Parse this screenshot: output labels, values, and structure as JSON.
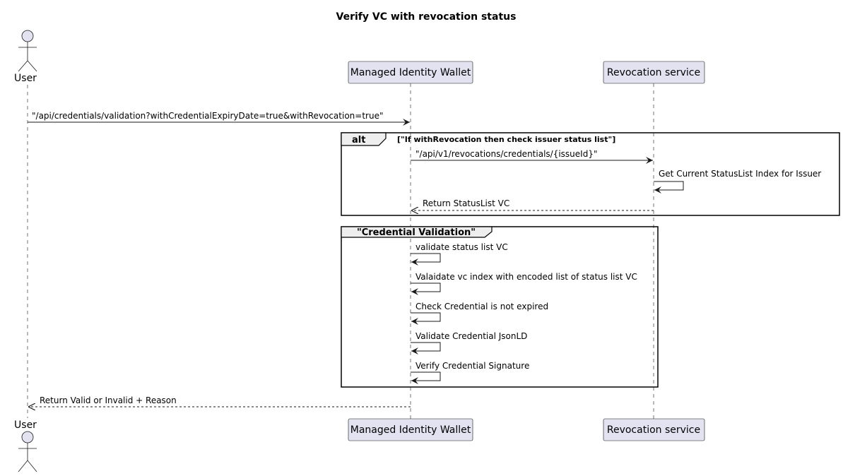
{
  "title": "Verify VC with revocation status",
  "participants": {
    "user": "User",
    "wallet": "Managed Identity Wallet",
    "revocation": "Revocation service"
  },
  "messages": {
    "m1": "\"/api/credentials/validation?withCredentialExpiryDate=true&withRevocation=true\"",
    "m2": "\"/api/v1/revocations/credentials/{issueId}\"",
    "m3": "Get Current StatusList Index for Issuer",
    "m4": "Return StatusList VC",
    "m5": "validate status list VC",
    "m6": "Valaidate vc index with encoded list of status list VC",
    "m7": "Check Credential is not expired",
    "m8": "Validate Credential JsonLD",
    "m9": "Verify Credential Signature",
    "m10": "Return Valid or Invalid + Reason"
  },
  "fragments": {
    "alt": {
      "keyword": "alt",
      "condition": "[\"If withRevocation then check issuer status list\"]"
    },
    "group": {
      "label": "\"Credential Validation\""
    }
  },
  "colors": {
    "participant_fill": "#E2E2F0",
    "participant_border": "#181818",
    "lifeline": "#181818",
    "fragment_header": "#EEEEEE"
  }
}
